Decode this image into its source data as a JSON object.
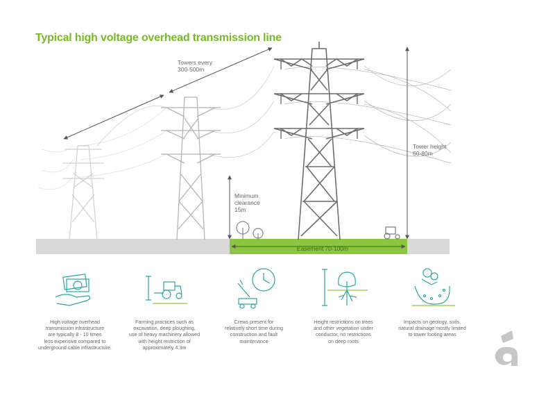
{
  "title": "Typical high voltage overhead transmission line",
  "labels": {
    "towers_spacing": [
      "Towers every",
      "300-500m"
    ],
    "tower_height": [
      "Tower height",
      "60-80m"
    ],
    "min_clearance": [
      "Minimum",
      "clearance",
      "15m"
    ],
    "easement": "Easement 70-100m"
  },
  "features": [
    {
      "icon": "money-hand-icon",
      "caption": [
        "High voltage overhead",
        "transmission infrastructure",
        "are typically 8 - 10 times",
        "less expensive compared to",
        "underground cable infrastructure."
      ]
    },
    {
      "icon": "tractor-height-icon",
      "caption": [
        "Farming practices such as",
        "excavation, deep ploughing,",
        "use of heavy machinery allowed",
        "with height restriction of",
        "approximately 4.3m"
      ]
    },
    {
      "icon": "crane-clock-icon",
      "caption": [
        "Crews present for",
        "relatively short time during",
        "construction and fault",
        "maintenance"
      ]
    },
    {
      "icon": "tree-roots-icon",
      "caption": [
        "Height restrictions on trees",
        "and other vegetation under",
        "conductor, no restrictions",
        "on deep roots"
      ]
    },
    {
      "icon": "geology-drainage-icon",
      "caption": [
        "Impacts on geology, soils,",
        "natural drainage mostly limited",
        "to tower footing areas"
      ]
    }
  ],
  "colors": {
    "accent_green": "#7ab829",
    "easement_green": "#8cc63f",
    "ground_grey": "#d9d9d9",
    "icon_teal": "#2aa6a0",
    "tower_grey": "#6d6d6d",
    "logo_grey": "#c4c7c5"
  }
}
